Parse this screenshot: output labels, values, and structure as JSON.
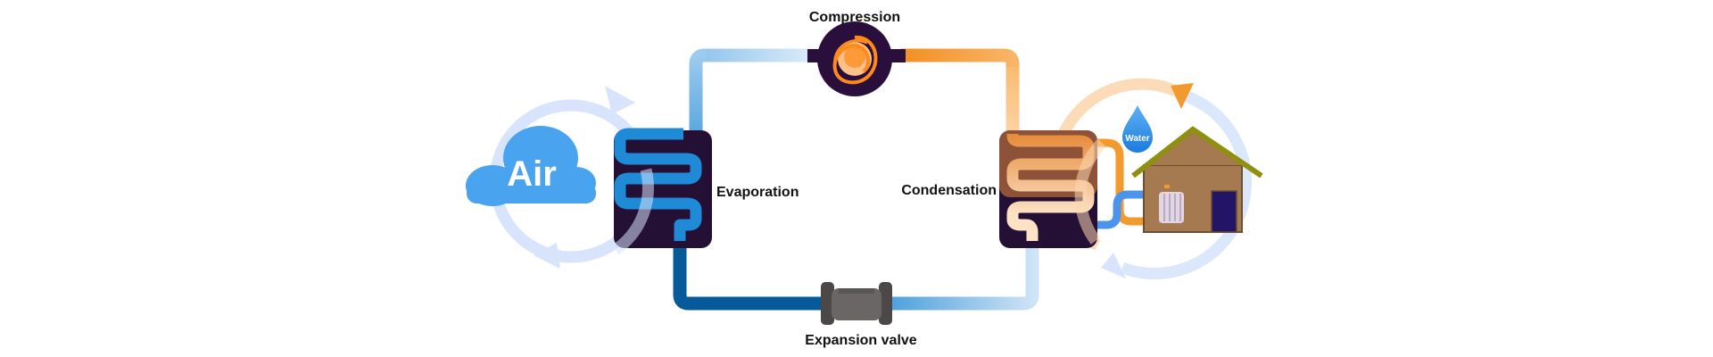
{
  "diagram": {
    "labels": {
      "compression": "Compression",
      "evaporation": "Evaporation",
      "condensation": "Condensation",
      "expansion_valve": "Expansion valve",
      "air": "Air",
      "water": "Water"
    },
    "colors": {
      "cold_pipe_dark": "#075a99",
      "cold_pipe_light": "#a9d3f0",
      "hot_pipe_dark": "#f39a2e",
      "hot_pipe_light": "#ffd7ad",
      "exchanger_body": "#240f35",
      "compressor_body": "#2a0f3c",
      "compressor_coil": "#ff8a1c",
      "air_cloud": "#4aa3ee",
      "air_cycle": "#d7e4fb",
      "house_wall": "#a67a50",
      "house_roof": "#8f8f12",
      "house_door": "#221466",
      "water_drop": "#2f8fe8",
      "valve_body": "#6a6666"
    },
    "icons": {
      "compressor": "compressor-icon",
      "expansion_valve": "valve-icon",
      "evaporator": "heat-exchanger-icon",
      "condenser": "heat-exchanger-icon",
      "air": "cloud-icon",
      "water": "water-drop-icon",
      "building": "house-icon",
      "radiator": "radiator-icon"
    }
  }
}
